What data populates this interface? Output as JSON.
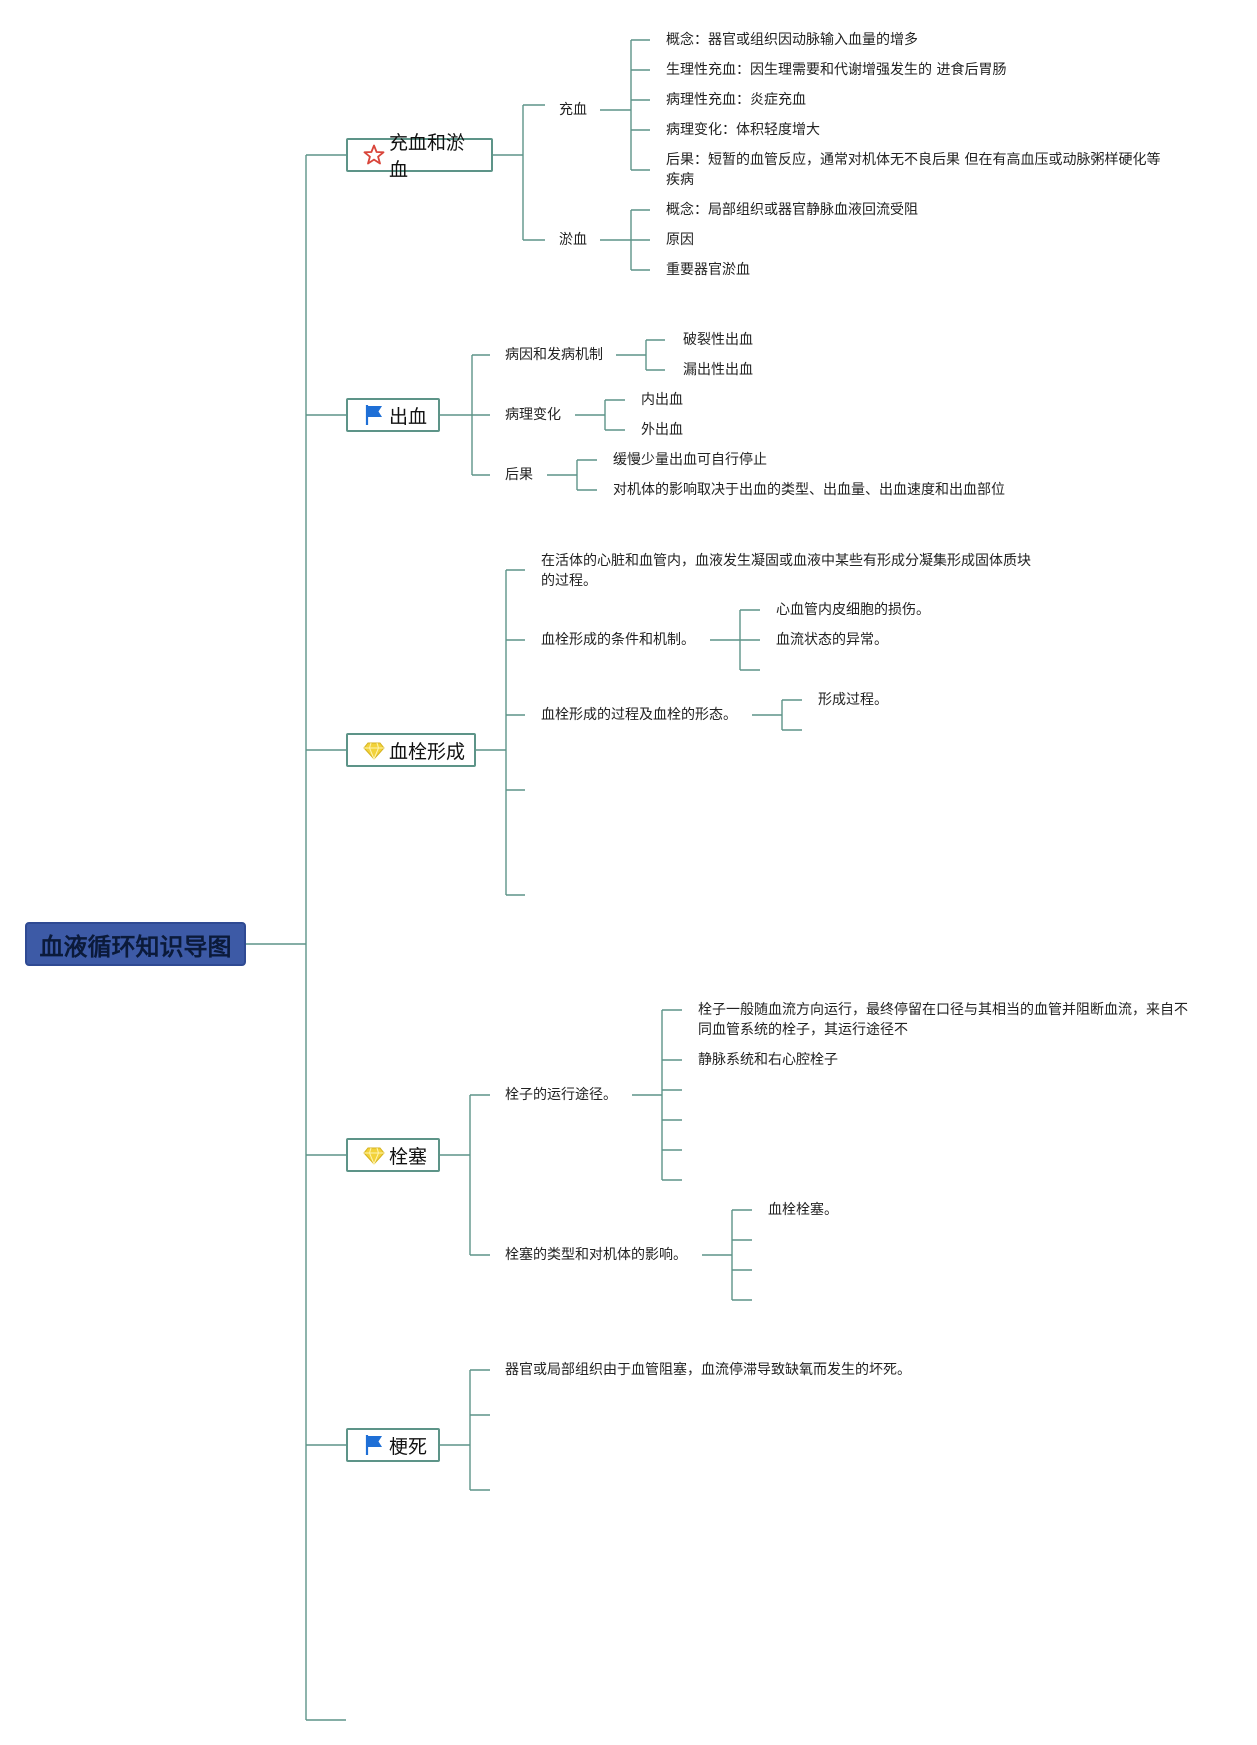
{
  "root": "血液循环知识导图",
  "b1": {
    "title": "充血和淤血",
    "icon": "star-icon",
    "c1": {
      "label": "充血",
      "items": [
        "概念：器官或组织因动脉输入血量的增多",
        "生理性充血：因生理需要和代谢增强发生的 进食后胃肠",
        "病理性充血：炎症充血",
        "病理变化：体积轻度增大",
        "后果：短暂的血管反应，通常对机体无不良后果 但在有高血压或动脉粥样硬化等疾病"
      ]
    },
    "c2": {
      "label": "淤血",
      "items": [
        "概念：局部组织或器官静脉血液回流受阻",
        "原因",
        "重要器官淤血"
      ]
    }
  },
  "b2": {
    "title": "出血",
    "icon": "flag-icon",
    "c1": {
      "label": "病因和发病机制",
      "items": [
        "破裂性出血",
        "漏出性出血"
      ]
    },
    "c2": {
      "label": "病理变化",
      "items": [
        "内出血",
        "外出血"
      ]
    },
    "c3": {
      "label": "后果",
      "items": [
        "缓慢少量出血可自行停止",
        "对机体的影响取决于出血的类型、出血量、出血速度和出血部位"
      ]
    }
  },
  "b3": {
    "title": "血栓形成",
    "icon": "diamond-icon",
    "def": "在活体的心脏和血管内，血液发生凝固或血液中某些有形成分凝集形成固体质块的过程。",
    "c1": {
      "label": "血栓形成的条件和机制。",
      "items": [
        "心血管内皮细胞的损伤。",
        "血流状态的异常。"
      ]
    },
    "c2": {
      "label": "血栓形成的过程及血栓的形态。",
      "items": [
        "形成过程。"
      ]
    }
  },
  "b4": {
    "title": "栓塞",
    "icon": "diamond-icon",
    "c1": {
      "label": "栓子的运行途径。",
      "items": [
        "栓子一般随血流方向运行，最终停留在口径与其相当的血管并阻断血流，来自不同血管系统的栓子，其运行途径不",
        "静脉系统和右心腔栓子"
      ]
    },
    "c2": {
      "label": "栓塞的类型和对机体的影响。",
      "items": [
        "血栓栓塞。"
      ]
    }
  },
  "b5": {
    "title": "梗死",
    "icon": "flag-icon",
    "def": "器官或局部组织由于血管阻塞，血流停滞导致缺氧而发生的坏死。"
  },
  "colors": {
    "line": "#5d9488",
    "root_bg": "#3d5aa6",
    "star": "#d9453a",
    "flag": "#1f6fd6",
    "diamond": "#f2d23a"
  }
}
